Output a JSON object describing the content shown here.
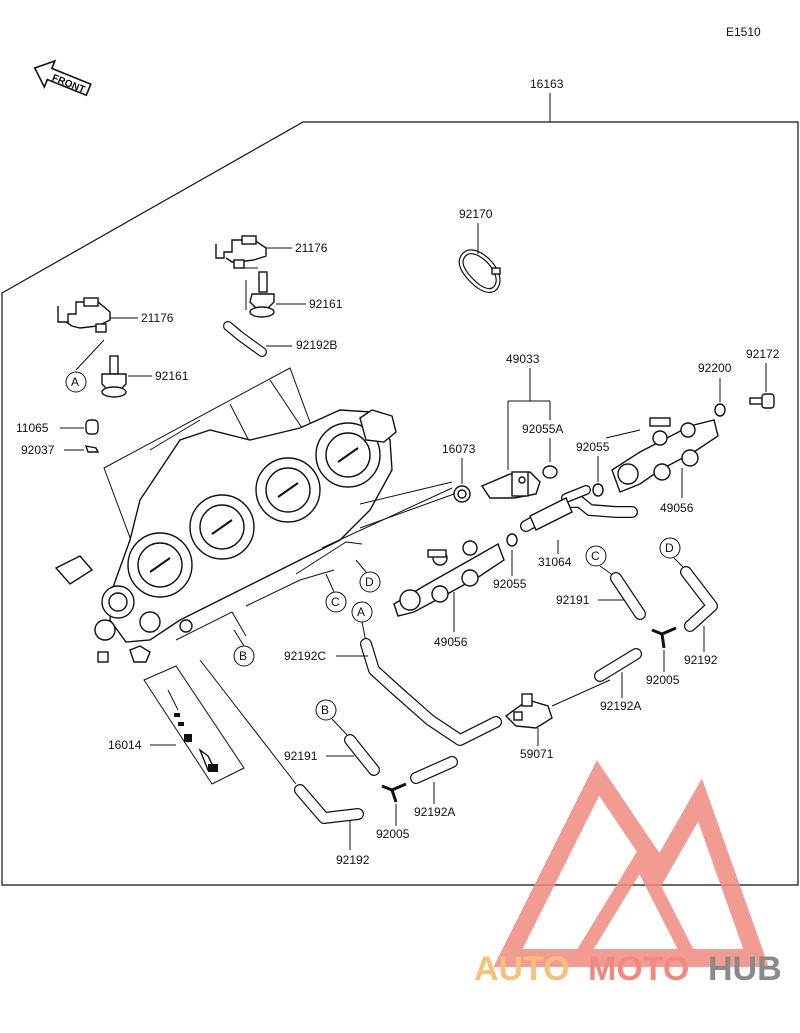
{
  "diagram_code": "E1510",
  "front_label": "FRONT",
  "part_numbers": {
    "assembly": "16163",
    "band": "92170",
    "sensor_upper": "21176",
    "sensor_lower": "21176",
    "oring_upper": "92161",
    "oring_lower": "92161",
    "hose_upper": "92192B",
    "cap": "11065",
    "clip": "92037",
    "injector_group": "49033",
    "injector_seal_a": "92055A",
    "injector_seal_r": "92055",
    "injector_seal_b": "92055",
    "grommet": "16073",
    "pipe_fuel": "31064",
    "rail_right": "49056",
    "rail_left": "49056",
    "washer": "92200",
    "bolt": "92172",
    "kit": "16014",
    "hose_c": "92192C",
    "hose_191_c": "92191",
    "hose_191_b": "92191",
    "hose_192_d": "92192",
    "hose_192_b": "92192",
    "joint_right": "92005",
    "joint_left": "92005",
    "hose_a_right": "92192A",
    "hose_a_left": "92192A",
    "separator": "59071"
  },
  "callouts": {
    "a_upper": "A",
    "a_lower": "A",
    "b_upper": "B",
    "b_lower": "B",
    "c_upper": "C",
    "c_lower": "C",
    "d_upper": "D",
    "d_lower": "D"
  },
  "watermark": {
    "part1": "AUTO",
    "part2": "MOTO",
    "part3": "HUB"
  },
  "colors": {
    "line": "#111111",
    "wm_red": "#f08a80",
    "wm_orange": "#f6c07a",
    "wm_gray": "#8a8a8a"
  }
}
